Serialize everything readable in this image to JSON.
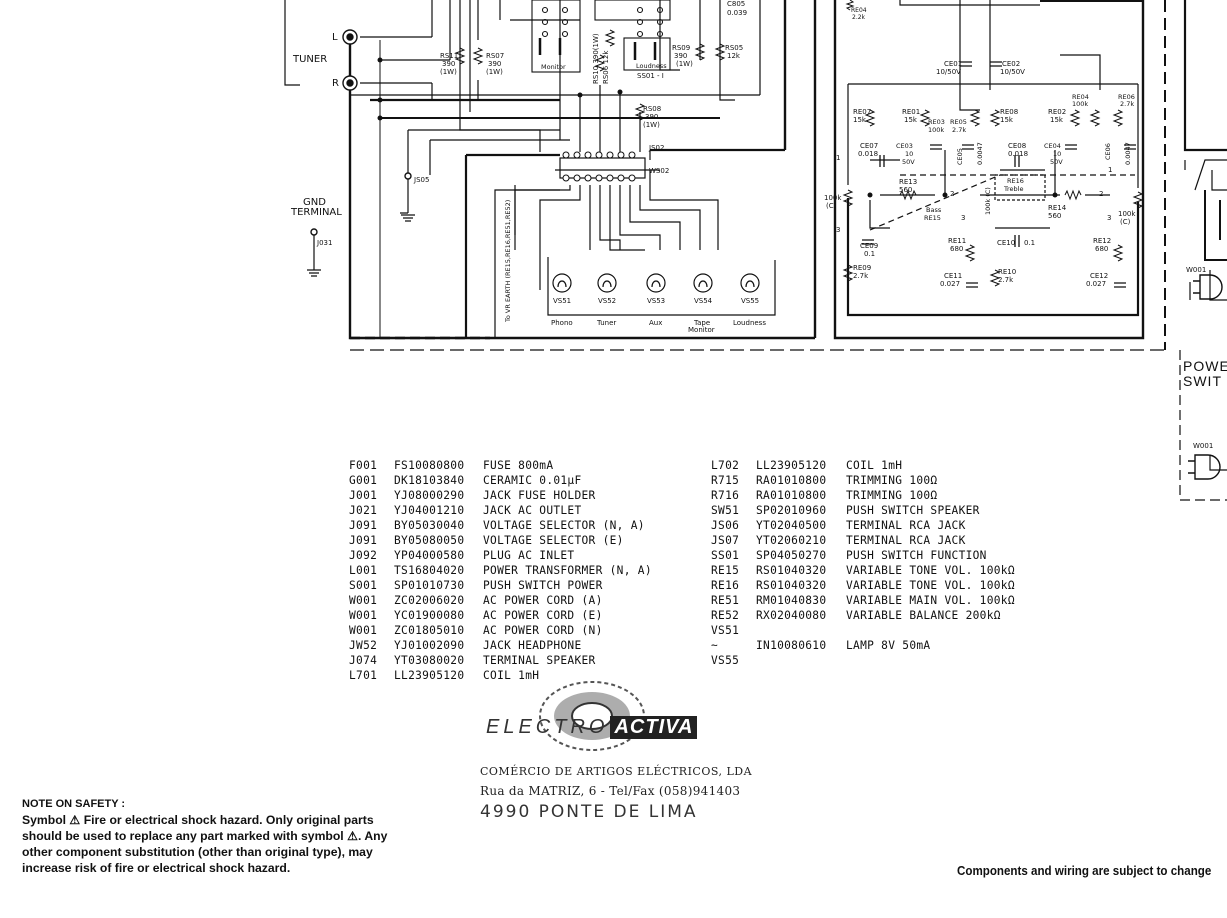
{
  "schematic": {
    "tuner_label": "TUNER",
    "l_label": "L",
    "r_label": "R",
    "gnd_label_1": "GND",
    "gnd_label_2": "TERMINAL",
    "j031": "J031",
    "js05": "JS05",
    "js02": "JS02",
    "ws02": "WS02",
    "rs11": [
      "RS11",
      "390",
      "(1W)"
    ],
    "rs07": [
      "RS07",
      "390",
      "(1W)"
    ],
    "rs10": "RS10 390(1W)",
    "rs06": "RS06 12k",
    "rs09": [
      "RS09",
      "390",
      "(1W)"
    ],
    "rs05": [
      "RS05",
      "12k"
    ],
    "rs08": [
      "RS08",
      "390",
      "(1W)"
    ],
    "monitor": "Monitor",
    "loudness_sw": "Loudness",
    "ss01": "SS01 - I",
    "c805": [
      "C805",
      "0.039"
    ],
    "re04_top": [
      "RE04",
      "2.2k"
    ],
    "earth_note": "To VR EARTH (RE15,RE16,RE51,RE52)",
    "lamps": [
      "VS51",
      "VS52",
      "VS53",
      "VS54",
      "VS55"
    ],
    "lamp_funcs": [
      "Phono",
      "Tuner",
      "Aux",
      "Tape",
      "Loudness"
    ],
    "monitor_sub": "Monitor",
    "tone": {
      "ce01": [
        "CE01",
        "10/50V"
      ],
      "ce02": [
        "CE02",
        "10/50V"
      ],
      "re07": [
        "RE07",
        "15k"
      ],
      "re01": [
        "RE01",
        "15k"
      ],
      "re03": [
        "RE03",
        "100k"
      ],
      "re05": [
        "RE05",
        "2.7k"
      ],
      "re08": [
        "RE08",
        "15k"
      ],
      "re02": [
        "RE02",
        "15k"
      ],
      "re04": [
        "RE04",
        "100k"
      ],
      "re06": [
        "RE06",
        "2.7k"
      ],
      "ce07": [
        "CE07",
        "0.018"
      ],
      "ce03": [
        "CE03",
        "10",
        "50V"
      ],
      "ce05": "CE05",
      "ce05v": "0.0047",
      "ce08": [
        "CE08",
        "0.018"
      ],
      "ce04": [
        "CE04",
        "10",
        "50V"
      ],
      "ce06": "CE06",
      "ce06v": "0.0047",
      "re13": [
        "RE13",
        "560"
      ],
      "re16": [
        "RE16",
        "Treble"
      ],
      "re15": [
        "Bass",
        "RE15"
      ],
      "re14": [
        "RE14",
        "560"
      ],
      "pot_l": [
        "100k",
        "(C)"
      ],
      "pot_r": [
        "100k",
        "(C)"
      ],
      "pot_c": "100k (C)",
      "ce09": [
        "CE09",
        "0.1"
      ],
      "re09": [
        "RE09",
        "2.7k"
      ],
      "re11": [
        "RE11",
        "680"
      ],
      "ce10": [
        "CE10",
        "0.1"
      ],
      "re12": [
        "RE12",
        "680"
      ],
      "ce11": [
        "CE11",
        "0.027"
      ],
      "re10": [
        "RE10",
        "2.7k"
      ],
      "ce12": [
        "CE12",
        "0.027"
      ],
      "n1": "1",
      "n2": "2",
      "n3": "3"
    },
    "w001": "W001"
  },
  "parts_left": [
    {
      "ref": "F001",
      "code": "FS10080800",
      "desc": "FUSE 800mA"
    },
    {
      "ref": "G001",
      "code": "DK18103840",
      "desc": "CERAMIC 0.01µF"
    },
    {
      "ref": "J001",
      "code": "YJ08000290",
      "desc": "JACK FUSE HOLDER"
    },
    {
      "ref": "J021",
      "code": "YJ04001210",
      "desc": "JACK AC OUTLET"
    },
    {
      "ref": "J091",
      "code": "BY05030040",
      "desc": "VOLTAGE SELECTOR (N, A)"
    },
    {
      "ref": "J091",
      "code": "BY05080050",
      "desc": "VOLTAGE SELECTOR (E)"
    },
    {
      "ref": "J092",
      "code": "YP04000580",
      "desc": "PLUG AC INLET"
    },
    {
      "ref": "L001",
      "code": "TS16804020",
      "desc": "POWER TRANSFORMER (N, A)"
    },
    {
      "ref": "S001",
      "code": "SP01010730",
      "desc": "PUSH SWITCH POWER"
    },
    {
      "ref": "W001",
      "code": "ZC02006020",
      "desc": "AC POWER CORD (A)"
    },
    {
      "ref": "W001",
      "code": "YC01900080",
      "desc": "AC POWER CORD (E)"
    },
    {
      "ref": "W001",
      "code": "ZC01805010",
      "desc": "AC POWER CORD (N)"
    },
    {
      "ref": "JW52",
      "code": "YJ01002090",
      "desc": "JACK HEADPHONE"
    },
    {
      "ref": "J074",
      "code": "YT03080020",
      "desc": "TERMINAL SPEAKER"
    },
    {
      "ref": "L701",
      "code": "LL23905120",
      "desc": "COIL 1mH"
    }
  ],
  "parts_right": [
    {
      "ref": "L702",
      "code": "LL23905120",
      "desc": "COIL 1mH"
    },
    {
      "ref": "R715",
      "code": "RA01010800",
      "desc": "TRIMMING 100Ω"
    },
    {
      "ref": "R716",
      "code": "RA01010800",
      "desc": "TRIMMING 100Ω"
    },
    {
      "ref": "SW51",
      "code": "SP02010960",
      "desc": "PUSH SWITCH SPEAKER"
    },
    {
      "ref": "JS06",
      "code": "YT02040500",
      "desc": "TERMINAL RCA JACK"
    },
    {
      "ref": "JS07",
      "code": "YT02060210",
      "desc": "TERMINAL RCA JACK"
    },
    {
      "ref": "SS01",
      "code": "SP04050270",
      "desc": "PUSH SWITCH FUNCTION"
    },
    {
      "ref": "RE15",
      "code": "RS01040320",
      "desc": "VARIABLE TONE VOL. 100kΩ"
    },
    {
      "ref": "RE16",
      "code": "RS01040320",
      "desc": "VARIABLE TONE VOL. 100kΩ"
    },
    {
      "ref": "RE51",
      "code": "RM01040830",
      "desc": "VARIABLE MAIN VOL. 100kΩ"
    },
    {
      "ref": "RE52",
      "code": "RX02040080",
      "desc": "VARIABLE BALANCE 200kΩ"
    },
    {
      "ref": "VS51",
      "code": "",
      "desc": ""
    },
    {
      "ref": "~",
      "code": "IN10080610",
      "desc": "LAMP 8V 50mA"
    },
    {
      "ref": "VS55",
      "code": "",
      "desc": ""
    }
  ],
  "logo": {
    "brand_a": "ELECTRO",
    "brand_b": "ACTIVA",
    "line1": "COMÉRCIO DE ARTIGOS ELÉCTRICOS, LDA",
    "line2": "Rua da MATRIZ, 6 - Tel/Fax (058)941403",
    "line3": "4990 PONTE DE LIMA"
  },
  "safety": {
    "title": "NOTE ON SAFETY :",
    "body": "Symbol ⚠ Fire or electrical shock hazard. Only original parts should be used to replace any part marked with symbol ⚠. Any other component substitution (other than original type), may increase risk of fire or electrical shock hazard."
  },
  "footnote": "Components and wiring are subject to change",
  "power_switch": [
    "POWE",
    "SWIT"
  ]
}
